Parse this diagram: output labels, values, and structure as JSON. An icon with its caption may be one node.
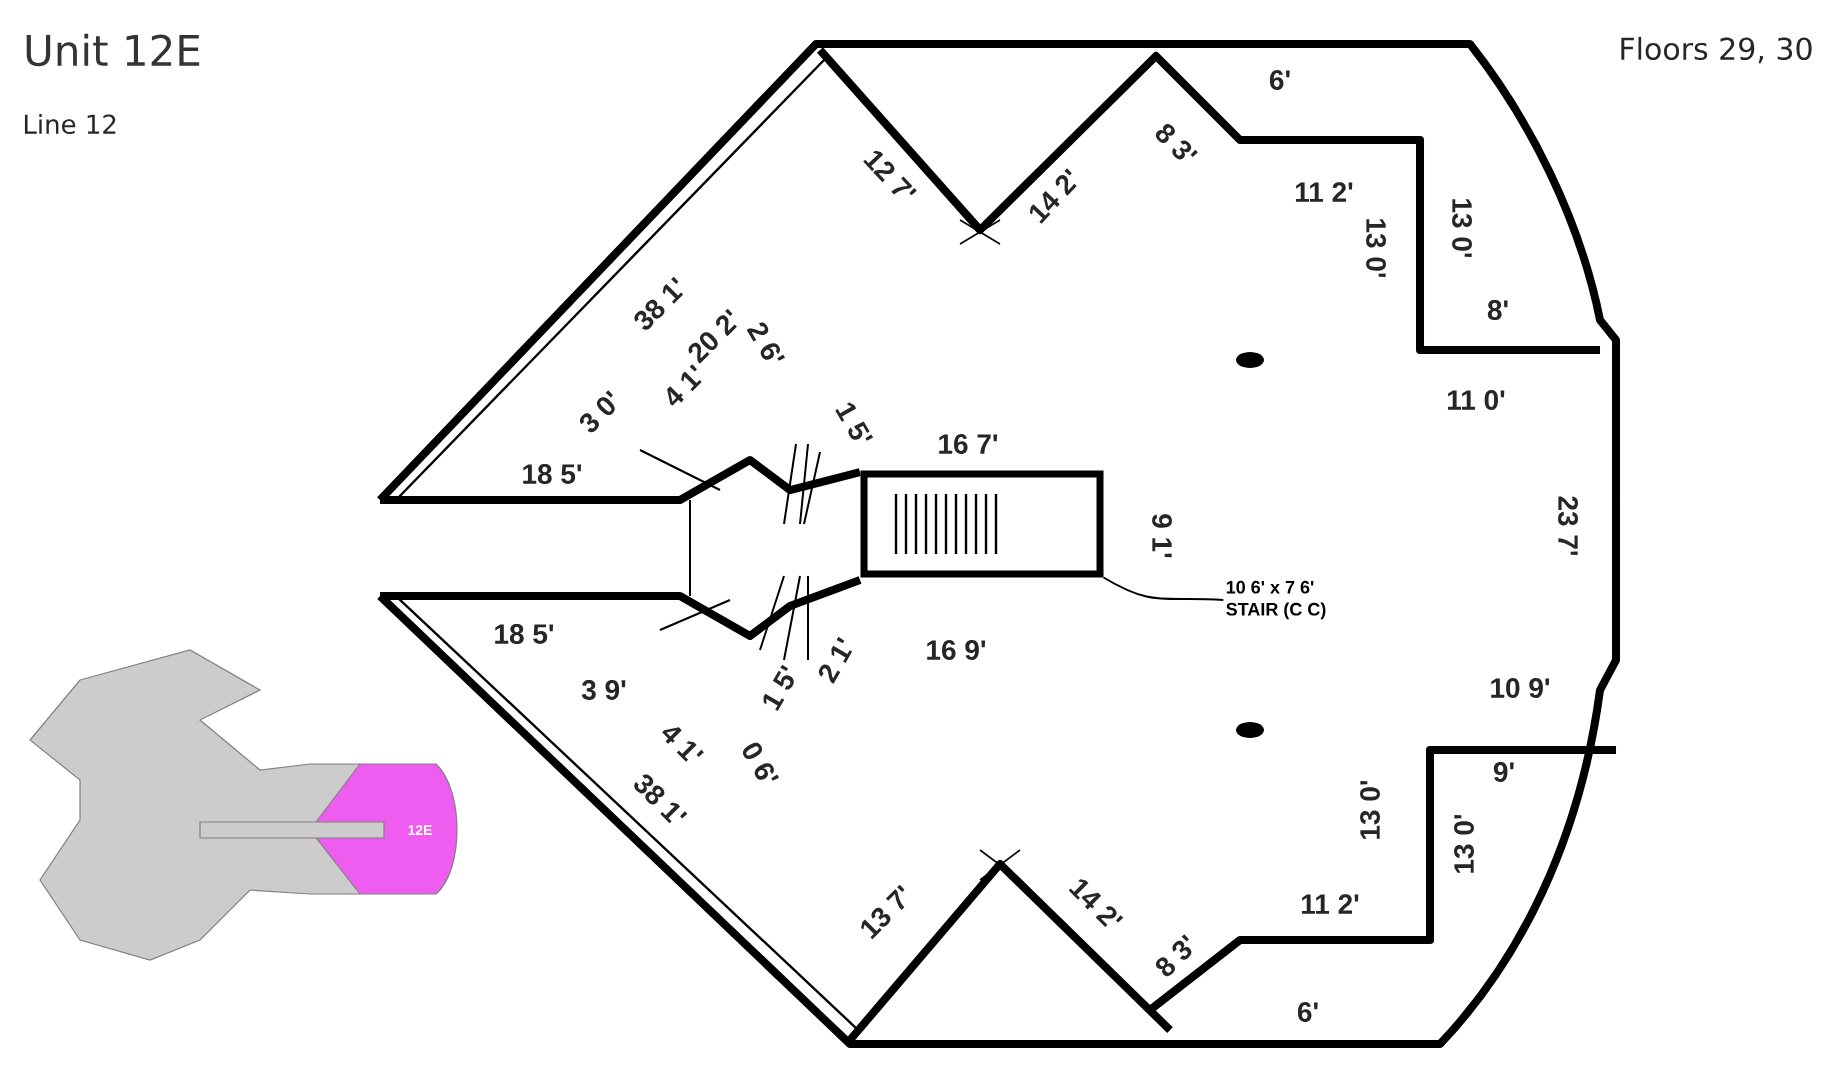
{
  "diagram": {
    "title": "Unit 12E",
    "nodes": [
      {
        "text": [
          "10 6' x 7 6'",
          "STAIR (C C)"
        ]
      },
      {
        "text": [],
        "shape": "box"
      }
    ],
    "edges": [
      {
        "from": 0,
        "to": 1,
        "arrow": "none"
      }
    ],
    "labels": [
      "Line 12",
      "Floors 29, 30",
      "12 7'",
      "14 2'",
      "8 3'",
      "6'",
      "11 2'",
      "13 0'",
      "13 0'",
      "8'",
      "11 0'",
      "23 7'",
      "38 1'",
      "2 6'",
      "20 2'",
      "4 1'",
      "3 0'",
      "1 5'",
      "18 5'",
      "16 7'",
      "9 1'",
      "18 5'",
      "3 9'",
      "1 5'",
      "2 1'",
      "0 6'",
      "4 1'",
      "38 1'",
      "16 9'",
      "10 9'",
      "9'",
      "13 0'",
      "13 0'",
      "11 2'",
      "6'",
      "8 3'",
      "14 2'",
      "13 7'",
      "12E"
    ]
  }
}
